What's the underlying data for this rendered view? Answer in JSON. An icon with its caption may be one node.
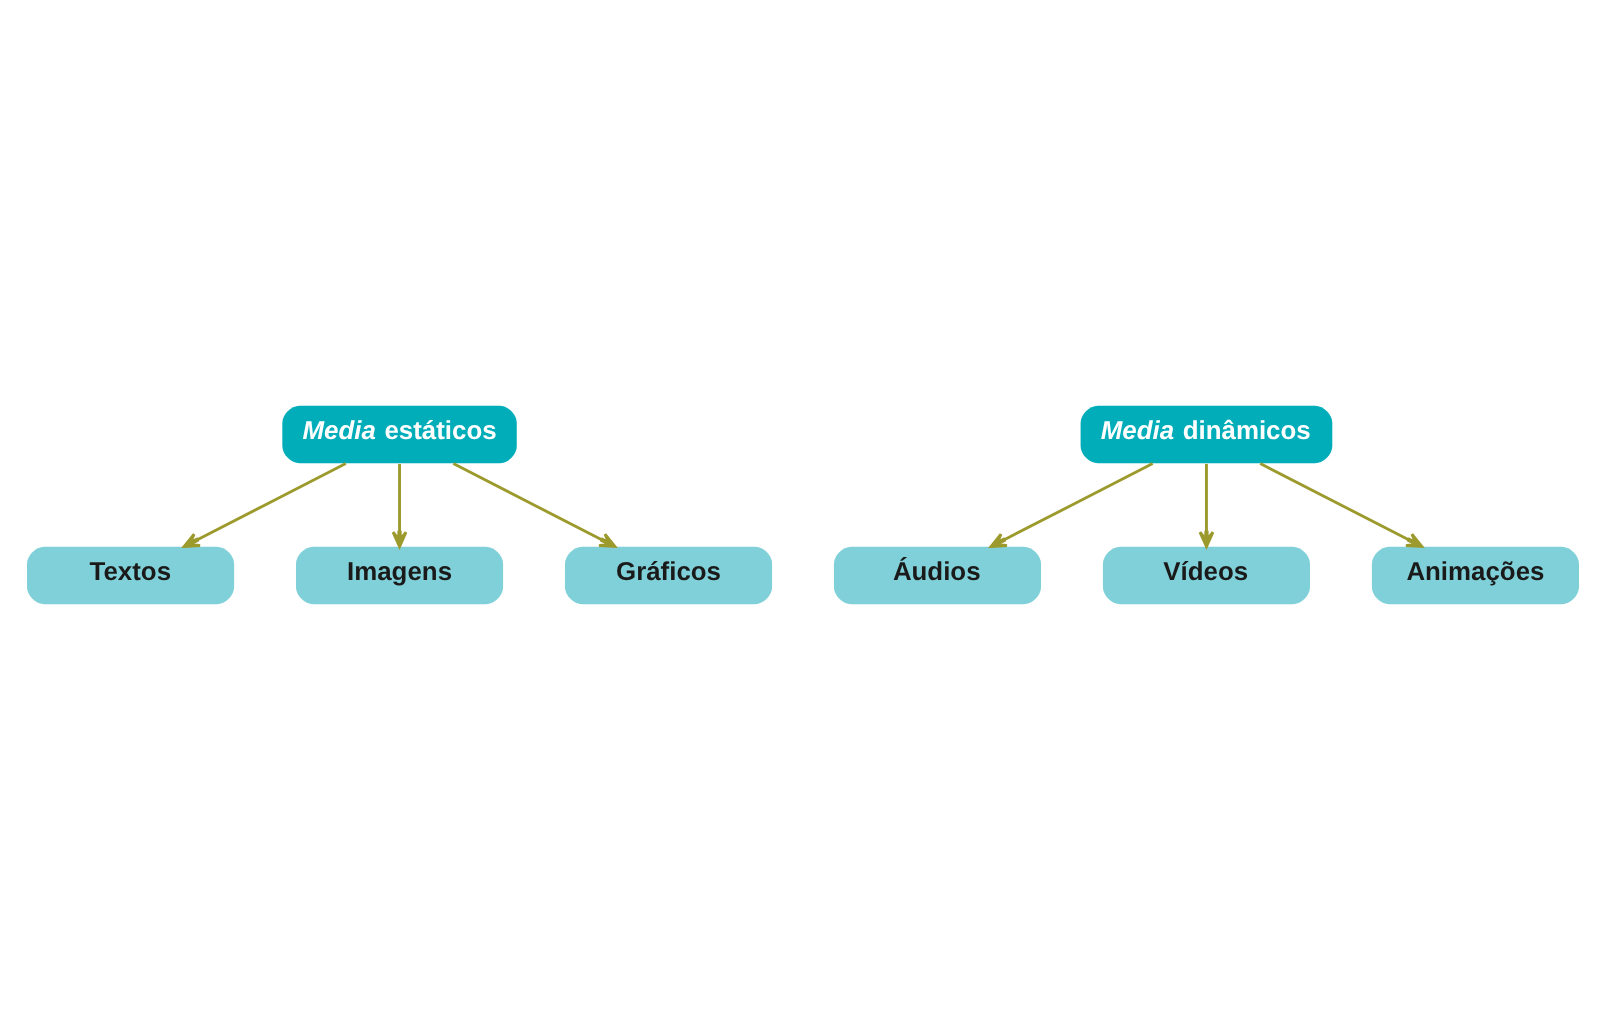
{
  "diagram": {
    "nodes": [
      {
        "text": [
          "*Media* estáticos"
        ]
      },
      {
        "text": [
          "Textos"
        ]
      },
      {
        "text": [
          "Imagens"
        ]
      },
      {
        "text": [
          "Gráficos"
        ]
      },
      {
        "text": [
          "*Media* dinâmicos"
        ]
      },
      {
        "text": [
          "Áudios"
        ]
      },
      {
        "text": [
          "Vídeos"
        ]
      },
      {
        "text": [
          "Animações"
        ]
      }
    ],
    "edges": [
      {
        "from": 0,
        "to": 1,
        "arrow": "to"
      },
      {
        "from": 0,
        "to": 2,
        "arrow": "to"
      },
      {
        "from": 0,
        "to": 3,
        "arrow": "to"
      },
      {
        "from": 4,
        "to": 5,
        "arrow": "to"
      },
      {
        "from": 4,
        "to": 6,
        "arrow": "to"
      },
      {
        "from": 4,
        "to": 7,
        "arrow": "to"
      }
    ]
  }
}
